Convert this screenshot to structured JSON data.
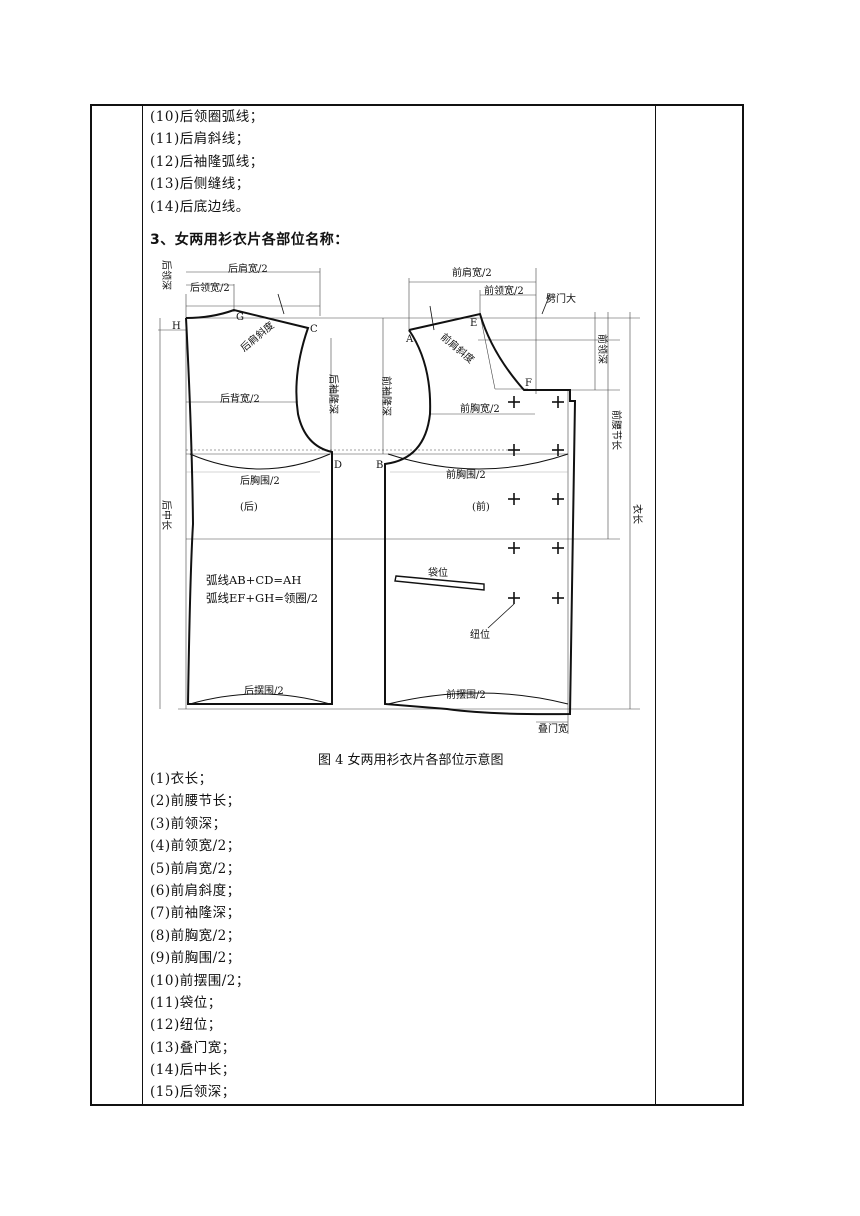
{
  "top_list": [
    "(10)后领圈弧线；",
    "(11)后肩斜线；",
    "(12)后袖隆弧线；",
    "(13)后侧缝线；",
    "(14)后底边线。"
  ],
  "section_heading": "3、女两用衫衣片各部位名称：",
  "figure": {
    "labels": {
      "back_neck_depth": "后领深",
      "back_shoulder_width": "后肩宽/2",
      "back_neck_width": "后领宽/2",
      "back_shoulder_slope": "后肩斜度",
      "back_armhole_depth": "后袖隆深",
      "back_width": "后背宽/2",
      "back_chest": "后胸围/2",
      "back_center_length": "后中长",
      "back": "(后)",
      "back_hem": "后摆围/2",
      "front_shoulder_width": "前肩宽/2",
      "front_neck_width": "前领宽/2",
      "placket_allowance": "劈门大",
      "front_neck_depth": "前领深",
      "front_shoulder_slope": "前肩斜度",
      "front_armhole_depth": "前袖隆深",
      "front_chest_width": "前胸宽/2",
      "front_waist_length": "前腰节长",
      "front_chest": "前胸围/2",
      "front": "(前)",
      "garment_length": "衣长",
      "pocket": "袋位",
      "button": "纽位",
      "front_hem": "前摆围/2",
      "overlap_width": "叠门宽",
      "formula_1": "弧线AB+CD=AH",
      "formula_2": "弧线EF+GH=领圈/2"
    },
    "points": {
      "A": "A",
      "B": "B",
      "C": "C",
      "D": "D",
      "E": "E",
      "F": "F",
      "G": "G",
      "H": "H"
    }
  },
  "caption": "图 4  女两用衫衣片各部位示意图",
  "bottom_list": [
    "(1)衣长；",
    "(2)前腰节长；",
    "(3)前领深；",
    "(4)前领宽/2；",
    "(5)前肩宽/2；",
    "(6)前肩斜度；",
    "(7)前袖隆深；",
    "(8)前胸宽/2；",
    "(9)前胸围/2；",
    "(10)前摆围/2；",
    "(11)袋位；",
    "(12)纽位；",
    "(13)叠门宽；",
    "(14)后中长；",
    "(15)后领深；"
  ]
}
